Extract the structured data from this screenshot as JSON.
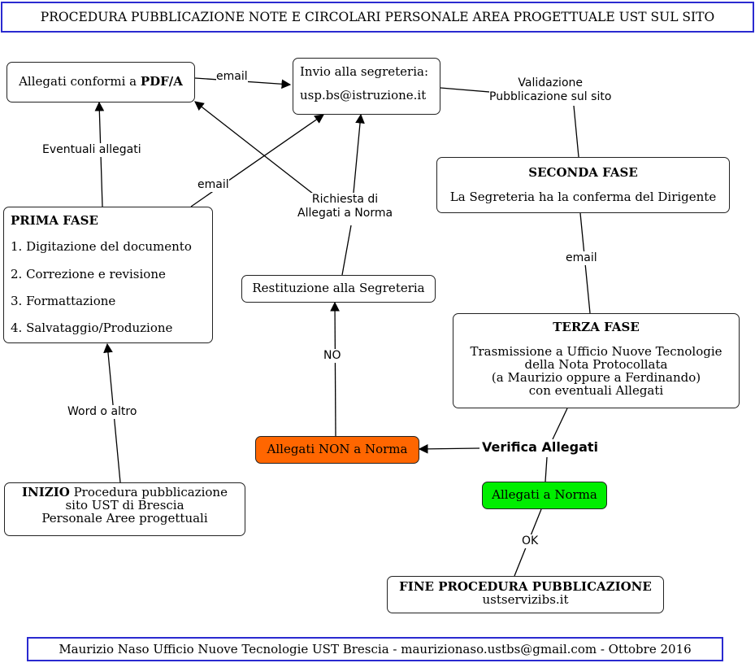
{
  "header": {
    "title": "PROCEDURA PUBBLICAZIONE NOTE E CIRCOLARI PERSONALE AREA PROGETTUALE UST SUL SITO"
  },
  "footer": {
    "text": "Maurizio Naso Ufficio Nuove Tecnologie UST Brescia - maurizionaso.ustbs@gmail.com - Ottobre 2016"
  },
  "nodes": {
    "allegati_pdfa": {
      "text": "Allegati conformi a ",
      "bold": "PDF/A"
    },
    "invio_segreteria": {
      "line1": "Invio alla segreteria:",
      "line2": "usp.bs@istruzione.it"
    },
    "seconda_fase": {
      "title": "SECONDA FASE",
      "text": "La Segreteria ha la conferma del Dirigente"
    },
    "prima_fase": {
      "title": "PRIMA FASE",
      "items": [
        "1. Digitazione del documento",
        "2. Correzione e revisione",
        "3. Formattazione",
        "4. Salvataggio/Produzione"
      ]
    },
    "restituzione": {
      "text": "Restituzione alla Segreteria"
    },
    "terza_fase": {
      "title": "TERZA FASE",
      "lines": [
        "Trasmissione a Ufficio Nuove Tecnologie",
        "della Nota Protocollata",
        "(a Maurizio oppure a Ferdinando)",
        "con eventuali Allegati"
      ]
    },
    "non_norma": {
      "text": "Allegati NON a Norma",
      "color": "#ff6600"
    },
    "a_norma": {
      "text": "Allegati a Norma",
      "color": "#00ee00"
    },
    "inizio": {
      "bold": "INIZIO",
      "line1": " Procedura pubblicazione",
      "line2": "sito UST di Brescia",
      "line3": "Personale Aree progettuali"
    },
    "fine": {
      "title": "FINE PROCEDURA PUBBLICAZIONE",
      "text": "ustservizibs.it"
    }
  },
  "edge_labels": {
    "email_top": "email",
    "validazione_1": "Validazione",
    "validazione_2": "Pubblicazione sul sito",
    "eventuali": "Eventuali allegati",
    "email_left": "email",
    "richiesta_1": "Richiesta di",
    "richiesta_2": "Allegati a Norma",
    "email_right": "email",
    "no": "NO",
    "word": "Word o altro",
    "verifica": "Verifica Allegati",
    "ok": "OK"
  }
}
